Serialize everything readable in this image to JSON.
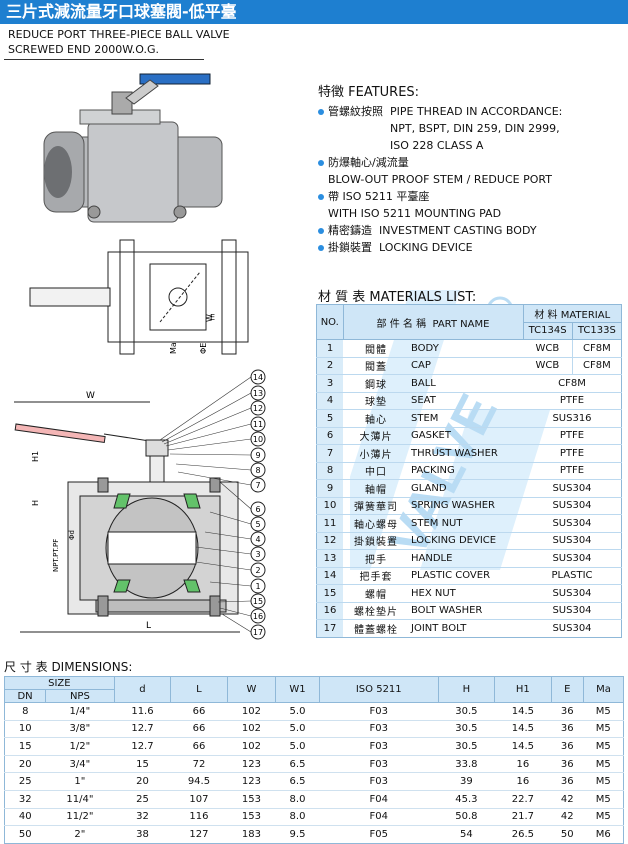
{
  "header": {
    "title_zh": "三片式減流量牙口球塞閥-低平臺",
    "subtitle_line1": "REDUCE PORT THREE-PIECE  BALL VALVE",
    "subtitle_line2": "SCREWED END 2000W.O.G."
  },
  "watermark": {
    "text": "VALVE",
    "color": "#9fd0f2"
  },
  "features": {
    "title": "特徵 FEATURES:",
    "items": [
      {
        "zh": "管螺紋按照",
        "lines": [
          "PIPE THREAD IN ACCORDANCE:",
          "NPT, BSPT, DIN 259, DIN 2999,",
          "ISO 228 CLASS A"
        ]
      },
      {
        "zh": "防爆軸心/減流量",
        "lines": [
          "BLOW-OUT PROOF STEM / REDUCE PORT"
        ]
      },
      {
        "zh": "帶 ISO 5211 平臺座",
        "lines": [
          "WITH ISO 5211 MOUNTING PAD"
        ]
      },
      {
        "zh": "精密鑄造",
        "lines": [
          "INVESTMENT CASTING BODY"
        ]
      },
      {
        "zh": "掛鎖裝置",
        "lines": [
          "LOCKING DEVICE"
        ]
      }
    ]
  },
  "materials": {
    "title": "材 質 表  MATERIALS LIST:",
    "headers": {
      "no": "NO.",
      "part_zh": "部 件 名 稱",
      "part_en": "PART NAME",
      "material_zh": "材 料",
      "material_en": "MATERIAL",
      "col1": "TC134S",
      "col2": "TC133S"
    },
    "rows": [
      {
        "no": "1",
        "zh": "閥體",
        "en": "BODY",
        "m1": "WCB",
        "m2": "CF8M"
      },
      {
        "no": "2",
        "zh": "閥蓋",
        "en": "CAP",
        "m1": "WCB",
        "m2": "CF8M"
      },
      {
        "no": "3",
        "zh": "鋼球",
        "en": "BALL",
        "m": "CF8M"
      },
      {
        "no": "4",
        "zh": "球墊",
        "en": "SEAT",
        "m": "PTFE"
      },
      {
        "no": "5",
        "zh": "軸心",
        "en": "STEM",
        "m": "SUS316"
      },
      {
        "no": "6",
        "zh": "大薄片",
        "en": "GASKET",
        "m": "PTFE"
      },
      {
        "no": "7",
        "zh": "小薄片",
        "en": "THRUST WASHER",
        "m": "PTFE"
      },
      {
        "no": "8",
        "zh": "中口",
        "en": "PACKING",
        "m": "PTFE"
      },
      {
        "no": "9",
        "zh": "軸帽",
        "en": "GLAND",
        "m": "SUS304"
      },
      {
        "no": "10",
        "zh": "彈簧華司",
        "en": "SPRING WASHER",
        "m": "SUS304"
      },
      {
        "no": "11",
        "zh": "軸心螺母",
        "en": "STEM NUT",
        "m": "SUS304"
      },
      {
        "no": "12",
        "zh": "掛鎖裝置",
        "en": "LOCKING DEVICE",
        "m": "SUS304"
      },
      {
        "no": "13",
        "zh": "把手",
        "en": "HANDLE",
        "m": "SUS304"
      },
      {
        "no": "14",
        "zh": "把手套",
        "en": "PLASTIC COVER",
        "m": "PLASTIC"
      },
      {
        "no": "15",
        "zh": "螺帽",
        "en": "HEX NUT",
        "m": "SUS304"
      },
      {
        "no": "16",
        "zh": "螺栓墊片",
        "en": "BOLT WASHER",
        "m": "SUS304"
      },
      {
        "no": "17",
        "zh": "體蓋螺栓",
        "en": "JOINT BOLT",
        "m": "SUS304"
      }
    ]
  },
  "drawing": {
    "label_w": "W",
    "label_h1": "H1",
    "label_h": "H",
    "label_d": "Φd",
    "label_npt": "NPT.PT.PF",
    "label_l": "L",
    "label_e": "E",
    "label_ma": "Ma",
    "label_phi_e": "ΦE",
    "label_w_small": "W",
    "callouts": [
      "14",
      "13",
      "12",
      "11",
      "10",
      "9",
      "8",
      "7",
      "6",
      "5",
      "4",
      "3",
      "2",
      "1",
      "15",
      "16",
      "17"
    ]
  },
  "dimensions": {
    "title": "尺 寸 表  DIMENSIONS:",
    "headers": {
      "size": "SIZE",
      "dn": "DN",
      "nps": "NPS",
      "d": "d",
      "l": "L",
      "w": "W",
      "w1": "W1",
      "iso": "ISO 5211",
      "h": "H",
      "h1": "H1",
      "e": "E",
      "ma": "Ma"
    },
    "rows": [
      [
        "8",
        "1/4\"",
        "11.6",
        "66",
        "102",
        "5.0",
        "F03",
        "30.5",
        "14.5",
        "36",
        "M5"
      ],
      [
        "10",
        "3/8\"",
        "12.7",
        "66",
        "102",
        "5.0",
        "F03",
        "30.5",
        "14.5",
        "36",
        "M5"
      ],
      [
        "15",
        "1/2\"",
        "12.7",
        "66",
        "102",
        "5.0",
        "F03",
        "30.5",
        "14.5",
        "36",
        "M5"
      ],
      [
        "20",
        "3/4\"",
        "15",
        "72",
        "123",
        "6.5",
        "F03",
        "33.8",
        "16",
        "36",
        "M5"
      ],
      [
        "25",
        "1\"",
        "20",
        "94.5",
        "123",
        "6.5",
        "F03",
        "39",
        "16",
        "36",
        "M5"
      ],
      [
        "32",
        "11/4\"",
        "25",
        "107",
        "153",
        "8.0",
        "F04",
        "45.3",
        "22.7",
        "42",
        "M5"
      ],
      [
        "40",
        "11/2\"",
        "32",
        "116",
        "153",
        "8.0",
        "F04",
        "50.8",
        "21.7",
        "42",
        "M5"
      ],
      [
        "50",
        "2\"",
        "38",
        "127",
        "183",
        "9.5",
        "F05",
        "54",
        "26.5",
        "50",
        "M6"
      ]
    ]
  }
}
